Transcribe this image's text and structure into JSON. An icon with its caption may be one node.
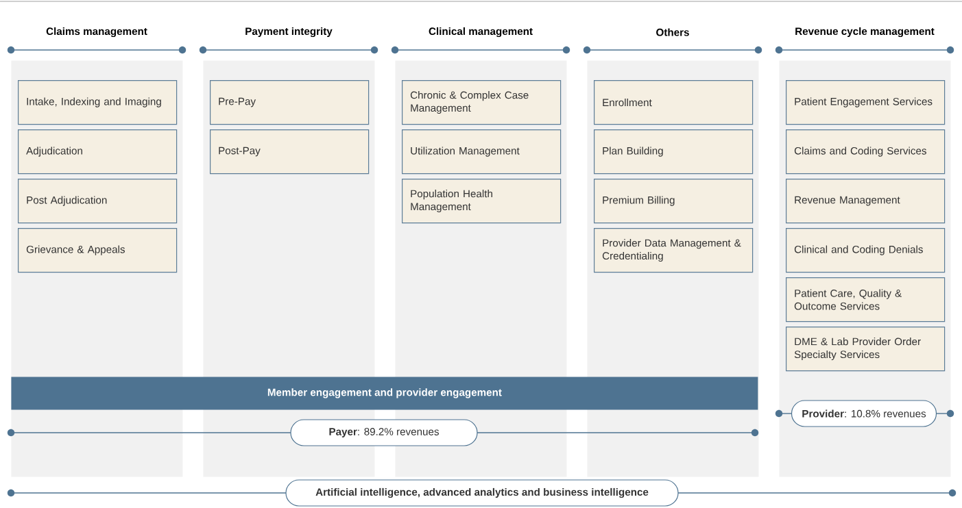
{
  "diagram": {
    "nodes": [
      {
        "text": [
          "Claims management"
        ]
      },
      {
        "text": [
          "Intake, Indexing and Imaging"
        ],
        "in": 0
      },
      {
        "text": [
          "Adjudication"
        ],
        "in": 0
      },
      {
        "text": [
          "Post Adjudication"
        ],
        "in": 0
      },
      {
        "text": [
          "Grievance & Appeals"
        ],
        "in": 0
      },
      {
        "text": [
          "Payment integrity"
        ]
      },
      {
        "text": [
          "Pre-Pay"
        ],
        "in": 5
      },
      {
        "text": [
          "Post-Pay"
        ],
        "in": 5
      },
      {
        "text": [
          "Clinical management"
        ]
      },
      {
        "text": [
          "Chronic & Complex Case Management"
        ],
        "in": 8
      },
      {
        "text": [
          "Utilization Management"
        ],
        "in": 8
      },
      {
        "text": [
          "Population Health Management"
        ],
        "in": 8
      },
      {
        "text": [
          "Others"
        ]
      },
      {
        "text": [
          "Enrollment"
        ],
        "in": 12
      },
      {
        "text": [
          "Plan Building"
        ],
        "in": 12
      },
      {
        "text": [
          "Premium Billing"
        ],
        "in": 12
      },
      {
        "text": [
          "Provider Data Management & Credentialing"
        ],
        "in": 12
      },
      {
        "text": [
          "Revenue cycle management"
        ]
      },
      {
        "text": [
          "Patient Engagement Services"
        ],
        "in": 17
      },
      {
        "text": [
          "Claims and Coding Services"
        ],
        "in": 17
      },
      {
        "text": [
          "Revenue Management"
        ],
        "in": 17
      },
      {
        "text": [
          "Clinical and Coding Denials"
        ],
        "in": 17
      },
      {
        "text": [
          "Patient Care, Quality & Outcome Services"
        ],
        "in": 17
      },
      {
        "text": [
          "DME & Lab Provider Order Specialty Services"
        ],
        "in": 17
      },
      {
        "text": [
          "Member engagement and provider engagement"
        ]
      },
      {
        "text": [
          "**Payer**: 89.2% revenues"
        ]
      },
      {
        "text": [
          "**Provider**: 10.8% revenues"
        ],
        "in": 17
      },
      {
        "text": [
          "Artificial intelligence, advanced analytics and business intelligence"
        ]
      }
    ]
  }
}
